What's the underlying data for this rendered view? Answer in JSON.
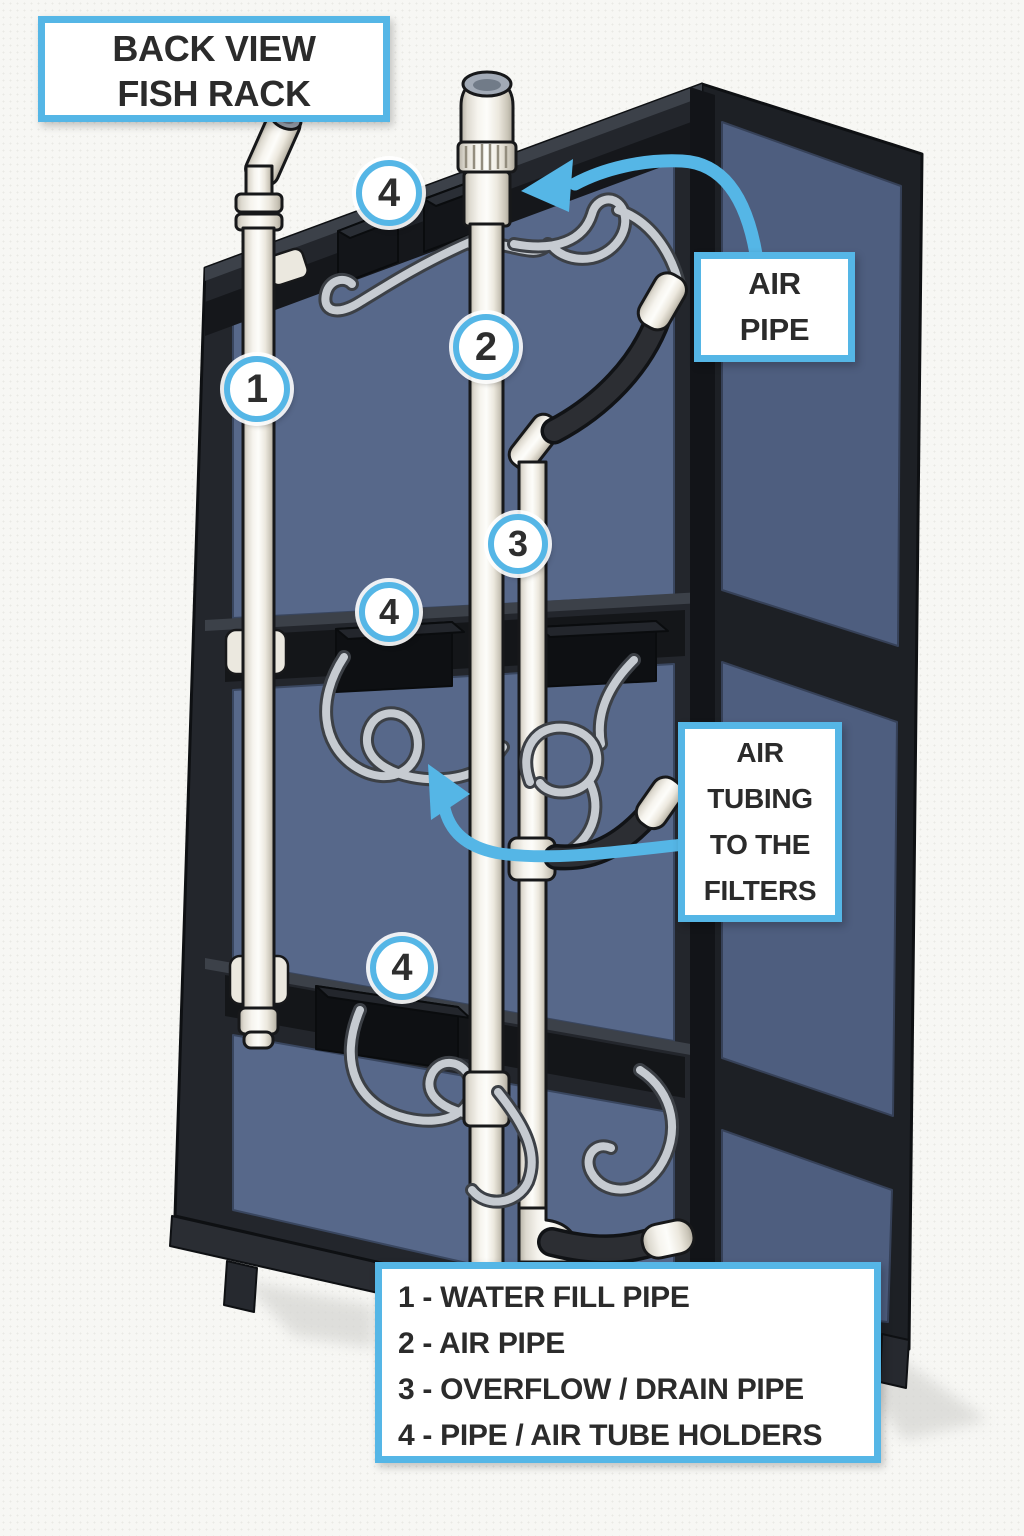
{
  "title": {
    "line1": "BACK VIEW",
    "line2": "FISH RACK"
  },
  "callout_air_pipe": {
    "line1": "AIR",
    "line2": "PIPE"
  },
  "callout_air_tubing": {
    "line1": "AIR",
    "line2": "TUBING",
    "line3": "TO THE",
    "line4": "FILTERS"
  },
  "badges": [
    {
      "number": "1"
    },
    {
      "number": "2"
    },
    {
      "number": "3"
    },
    {
      "number": "4"
    },
    {
      "number": "4"
    },
    {
      "number": "4"
    }
  ],
  "legend": {
    "items": [
      {
        "text": "1 - WATER FILL PIPE"
      },
      {
        "text": "2 - AIR PIPE"
      },
      {
        "text": "3 - OVERFLOW / DRAIN PIPE"
      },
      {
        "text": "4 - PIPE / AIR TUBE HOLDERS"
      }
    ]
  },
  "colors": {
    "accent_blue": "#55b6e6",
    "panel_blue": "#57688a",
    "frame_dark": "#23262c",
    "pipe_white": "#f3f0e8",
    "tube_gray": "#c6cbd1",
    "tube_black": "#2c2e33",
    "text_dark": "#2b2b2b"
  }
}
